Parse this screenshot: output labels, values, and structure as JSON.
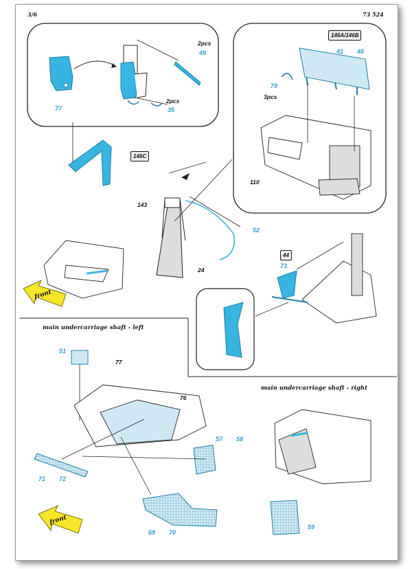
{
  "header": {
    "page": "3/6",
    "code": "73 524"
  },
  "colors": {
    "part": "#37b4e0",
    "part_stroke": "#1d7fa8",
    "label": "#2a9fd0",
    "arrow": "#f7e62a",
    "line": "#222222"
  },
  "icons": {
    "bend": "check-fold-icon",
    "paint": "half-circle-paint-icon",
    "resin": "R-circle-resin-icon"
  },
  "panel_a": {
    "part_77": "77",
    "part_49": "49",
    "part_35": "35",
    "qty_49": "2pcs",
    "qty_35": "2pcs"
  },
  "panel_b": {
    "ref_tag": "146A/146B",
    "part_41": "41",
    "part_40": "40",
    "part_79": "79",
    "qty_79": "3pcs",
    "kit_110": "110"
  },
  "main_top": {
    "ref_tag": "146C",
    "kit_143": "143",
    "kit_24": "24",
    "part_52": "52",
    "ref_tag_44": "44",
    "part_73": "73",
    "front": "front"
  },
  "bottom_left": {
    "title": "main undercarriage shaft - left",
    "part_51": "51",
    "kit_77": "77",
    "kit_76": "76",
    "part_57": "57",
    "part_58": "58",
    "part_71": "71",
    "part_72": "72",
    "part_69": "69",
    "part_70": "70",
    "front": "front"
  },
  "bottom_right": {
    "title": "main undercarriage shaft - right",
    "part_59": "59"
  }
}
